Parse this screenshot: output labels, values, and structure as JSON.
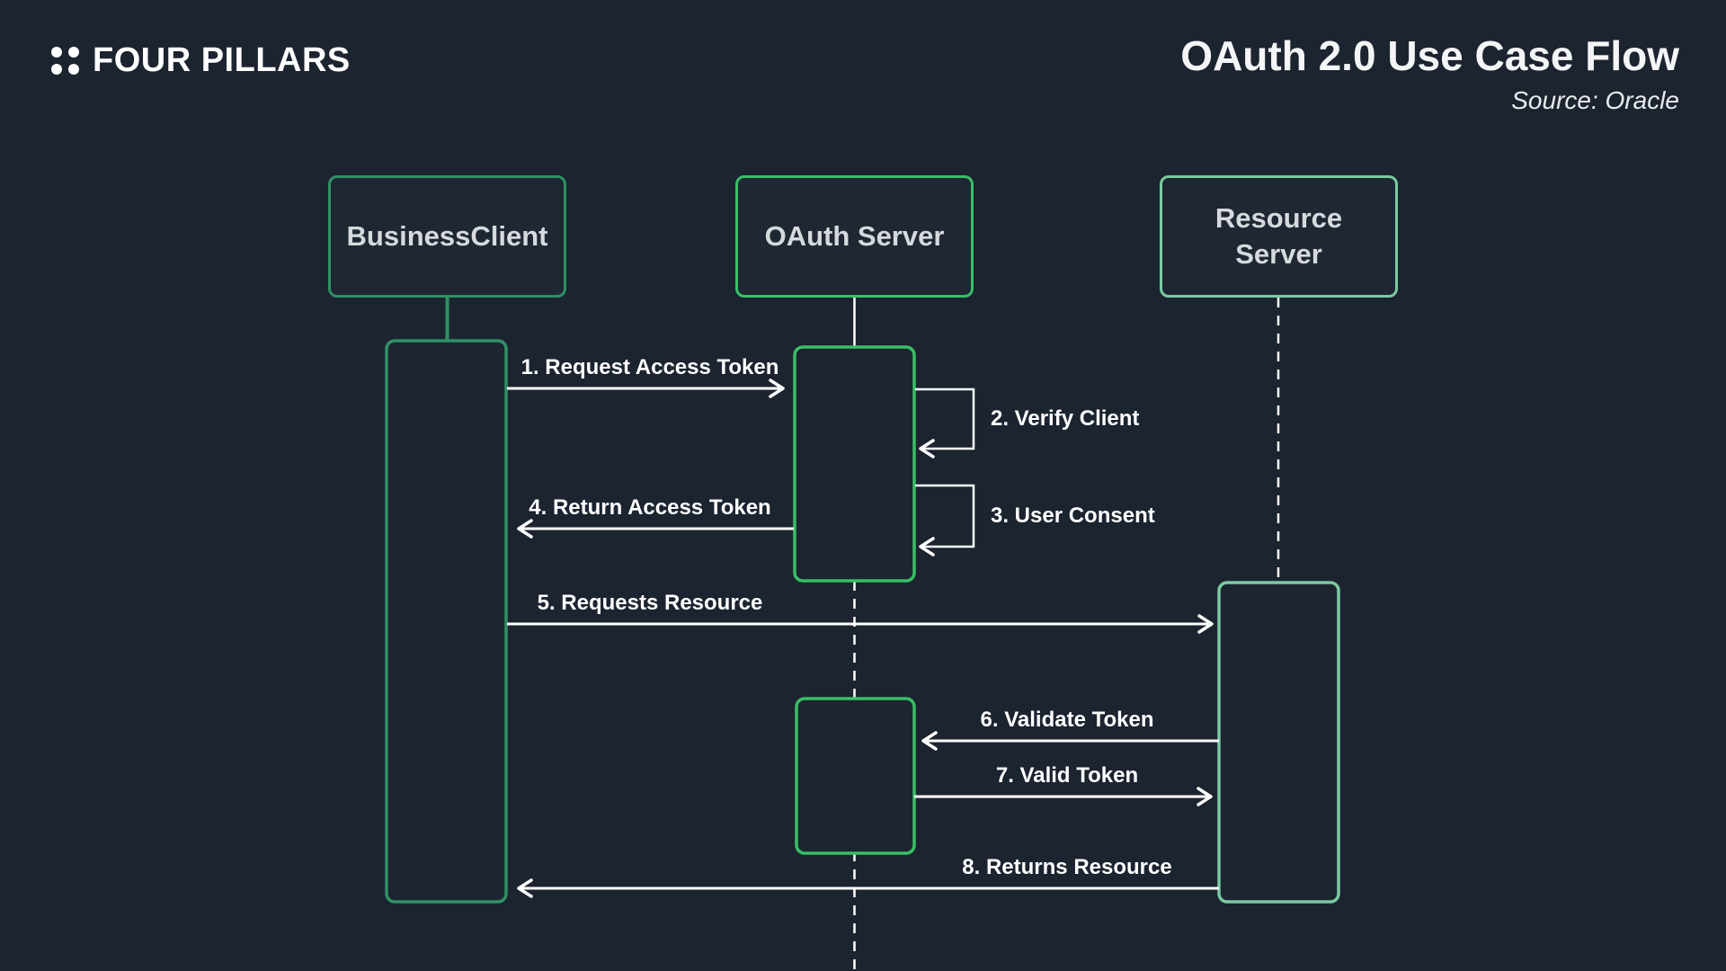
{
  "header": {
    "logo_text": "FOUR PILLARS",
    "title": "OAuth 2.0 Use Case Flow",
    "source": "Source: Oracle"
  },
  "colors": {
    "background": "#1c2430",
    "business_client_green": "#2f9164",
    "oauth_server_green": "#38bf66",
    "resource_server_green": "#7acaa1",
    "text_light": "#d6dade",
    "line_white": "#ffffff"
  },
  "actors": [
    {
      "id": "business-client",
      "label": "BusinessClient"
    },
    {
      "id": "oauth-server",
      "label": "OAuth Server"
    },
    {
      "id": "resource-server",
      "label": "Resource Server"
    }
  ],
  "messages": [
    {
      "label": "1. Request Access Token",
      "from": "BusinessClient",
      "to": "OAuth Server",
      "type": "arrow"
    },
    {
      "label": "2. Verify Client",
      "from": "OAuth Server",
      "to": "OAuth Server",
      "type": "self"
    },
    {
      "label": "3. User Consent",
      "from": "OAuth Server",
      "to": "OAuth Server",
      "type": "self"
    },
    {
      "label": "4. Return Access Token",
      "from": "OAuth Server",
      "to": "BusinessClient",
      "type": "arrow"
    },
    {
      "label": "5. Requests Resource",
      "from": "BusinessClient",
      "to": "Resource Server",
      "type": "arrow"
    },
    {
      "label": "6. Validate Token",
      "from": "Resource Server",
      "to": "OAuth Server",
      "type": "arrow"
    },
    {
      "label": "7. Valid Token",
      "from": "OAuth Server",
      "to": "Resource Server",
      "type": "arrow"
    },
    {
      "label": "8. Returns Resource",
      "from": "Resource Server",
      "to": "BusinessClient",
      "type": "arrow"
    }
  ]
}
